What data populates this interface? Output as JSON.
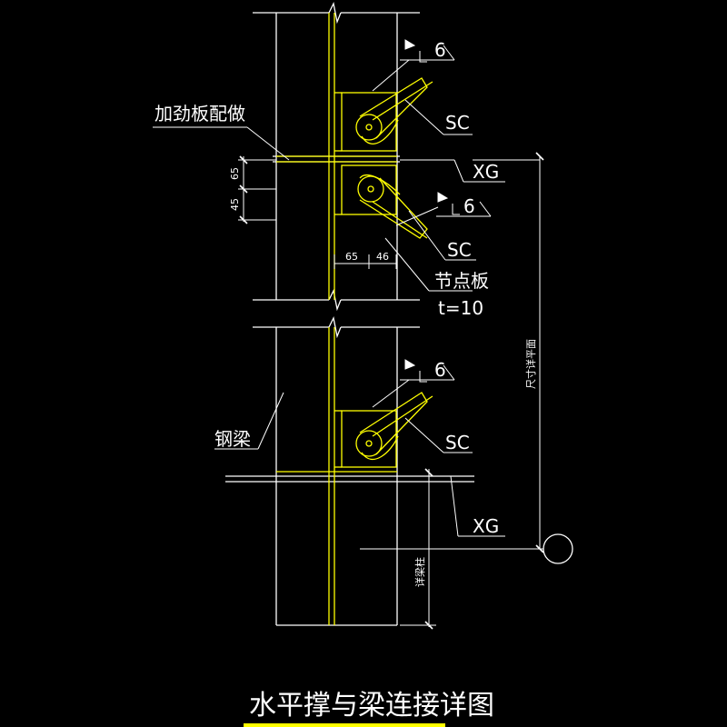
{
  "labels": {
    "stiffener": "加劲板配做",
    "gusset": "节点板",
    "gusset_thickness": "t=10",
    "beam": "钢梁",
    "weld_top": "6",
    "weld_mid": "6",
    "weld_bot": "6",
    "sc_top": "SC",
    "sc_mid": "SC",
    "sc_bot": "SC",
    "xg_top": "XG",
    "xg_bot": "XG",
    "dim_65_v": "65",
    "dim_45_v": "45",
    "dim_65_h": "65",
    "dim_45_h": "46",
    "dim_vertical_right": "尺寸详平面",
    "dim_vertical_mid": "详梁柱"
  },
  "title": "水平撑与梁连接详图",
  "colors": {
    "background": "#000000",
    "structure": "#ffffff",
    "steel": "#ffff00",
    "text": "#ffffff",
    "title_underline": "#ffff00"
  }
}
